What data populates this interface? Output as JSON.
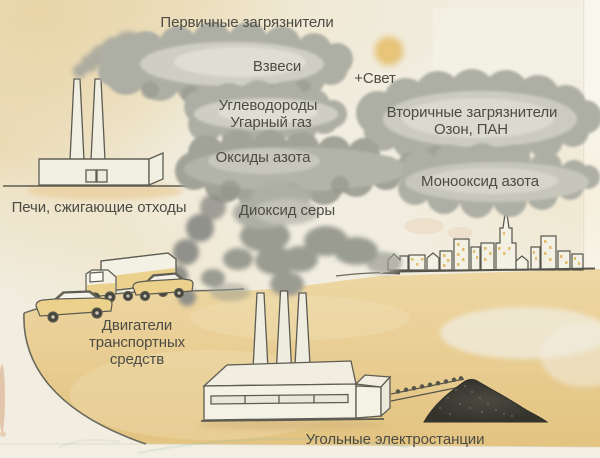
{
  "figure": {
    "type": "diagram",
    "language": "ru"
  },
  "labels": {
    "primary_pollutants": "Первичные загрязнители",
    "suspended_particles": "Взвеси",
    "plus_light": "+Свет",
    "hydrocarbons": "Углеводороды",
    "carbon_monoxide": "Угарный газ",
    "secondary_pollutants": "Вторичные загрязнители",
    "ozone_pan": "Озон, ПАН",
    "nitrogen_oxides": "Оксиды азота",
    "nitric_oxide": "Монооксид азота",
    "sulfur_dioxide": "Диоксид серы",
    "waste_incinerators": "Печи, сжигающие отходы",
    "vehicle_engines": "Двигатели\nтранспортных\nсредств",
    "coal_power_plants": "Угольные электростанции"
  },
  "icons": {
    "sun": "sun-disc",
    "clouds": "pollutant-clouds",
    "incinerator": "two-stack-incinerator",
    "power_plant": "three-stack-coal-power-plant",
    "vehicles": "truck-and-two-cars",
    "coal_pile": "coal-heap",
    "conveyor": "coal-conveyor",
    "city": "city-skyline"
  },
  "colors": {
    "paper": "#f1ede0",
    "stain": "#e9d2a2",
    "cloud": "#adaea3",
    "cloud_light": "#deddd2",
    "smoke": "#9a9b91",
    "ground": "#e8cd93",
    "sun": "#e6c173",
    "coal": "#3c3c35",
    "ink": "#4c4c45",
    "outline": "#5d5c52"
  }
}
